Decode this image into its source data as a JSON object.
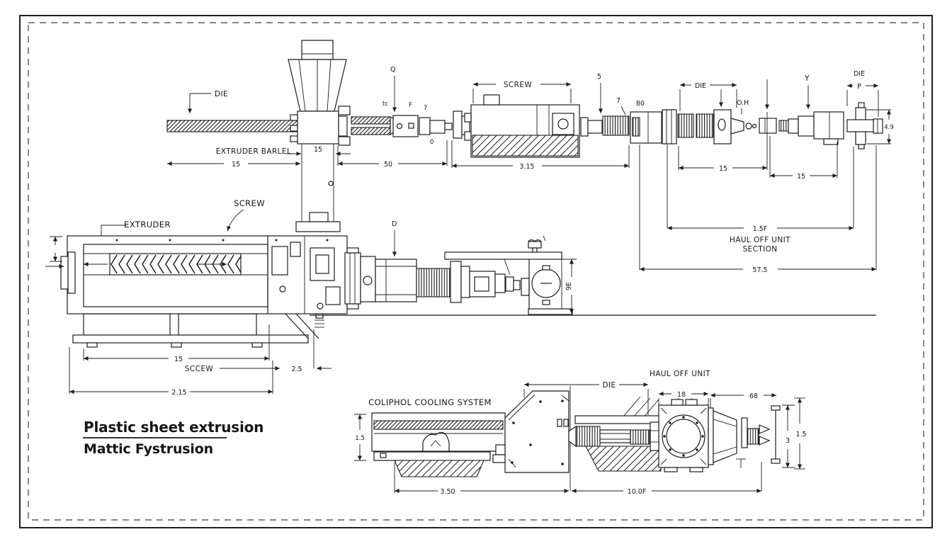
{
  "ink": "#1c1c1c",
  "title_block": {
    "line1": "Plastic sheet extrusion",
    "line2": "Mattic Fystrusion"
  },
  "top_view": {
    "labels": {
      "die_left": "DIE",
      "q": "Q",
      "tc": "tc",
      "f": "F",
      "seven_a": "7",
      "zero": "0",
      "screw": "SCREW",
      "five": "5",
      "seven_b": "7",
      "eighty": "80",
      "die_mid": "DIE",
      "oh": "O.H",
      "y": "Y",
      "die_right": "DIE",
      "p": "P"
    },
    "dims": {
      "extruder_barrel": "EXTRUDER BARLEL",
      "barrel_len": "15",
      "hopper_w": "15",
      "fifty": "50",
      "body_len": "3.15",
      "die_len": "15",
      "adapter_len": "15",
      "haul_len": "1.5F",
      "haul_line1": "HAUL OFF UNIT",
      "haul_line2": "SECTION",
      "total": "57.5",
      "cap_h": "4.9"
    }
  },
  "side_view": {
    "labels": {
      "extruder": "EXTRUDER",
      "screw": "SCREW",
      "d": "D",
      "gauge_dim": "9E"
    },
    "dims": {
      "body_len": "15",
      "screw_label": "SCCEW",
      "screw_len": "2.5",
      "total": "2.15"
    }
  },
  "bottom_view": {
    "labels": {
      "cooling": "COLIPHOL COOLING SYSTEM",
      "die": "DIE",
      "haul_off": "HAUL OFF UNIT"
    },
    "dims": {
      "cool_h": "1.5",
      "haul_w": "18",
      "roll": "68",
      "h3": "3",
      "h15": "1.5",
      "left_len": "3.50",
      "right_len": "10.0F"
    }
  }
}
